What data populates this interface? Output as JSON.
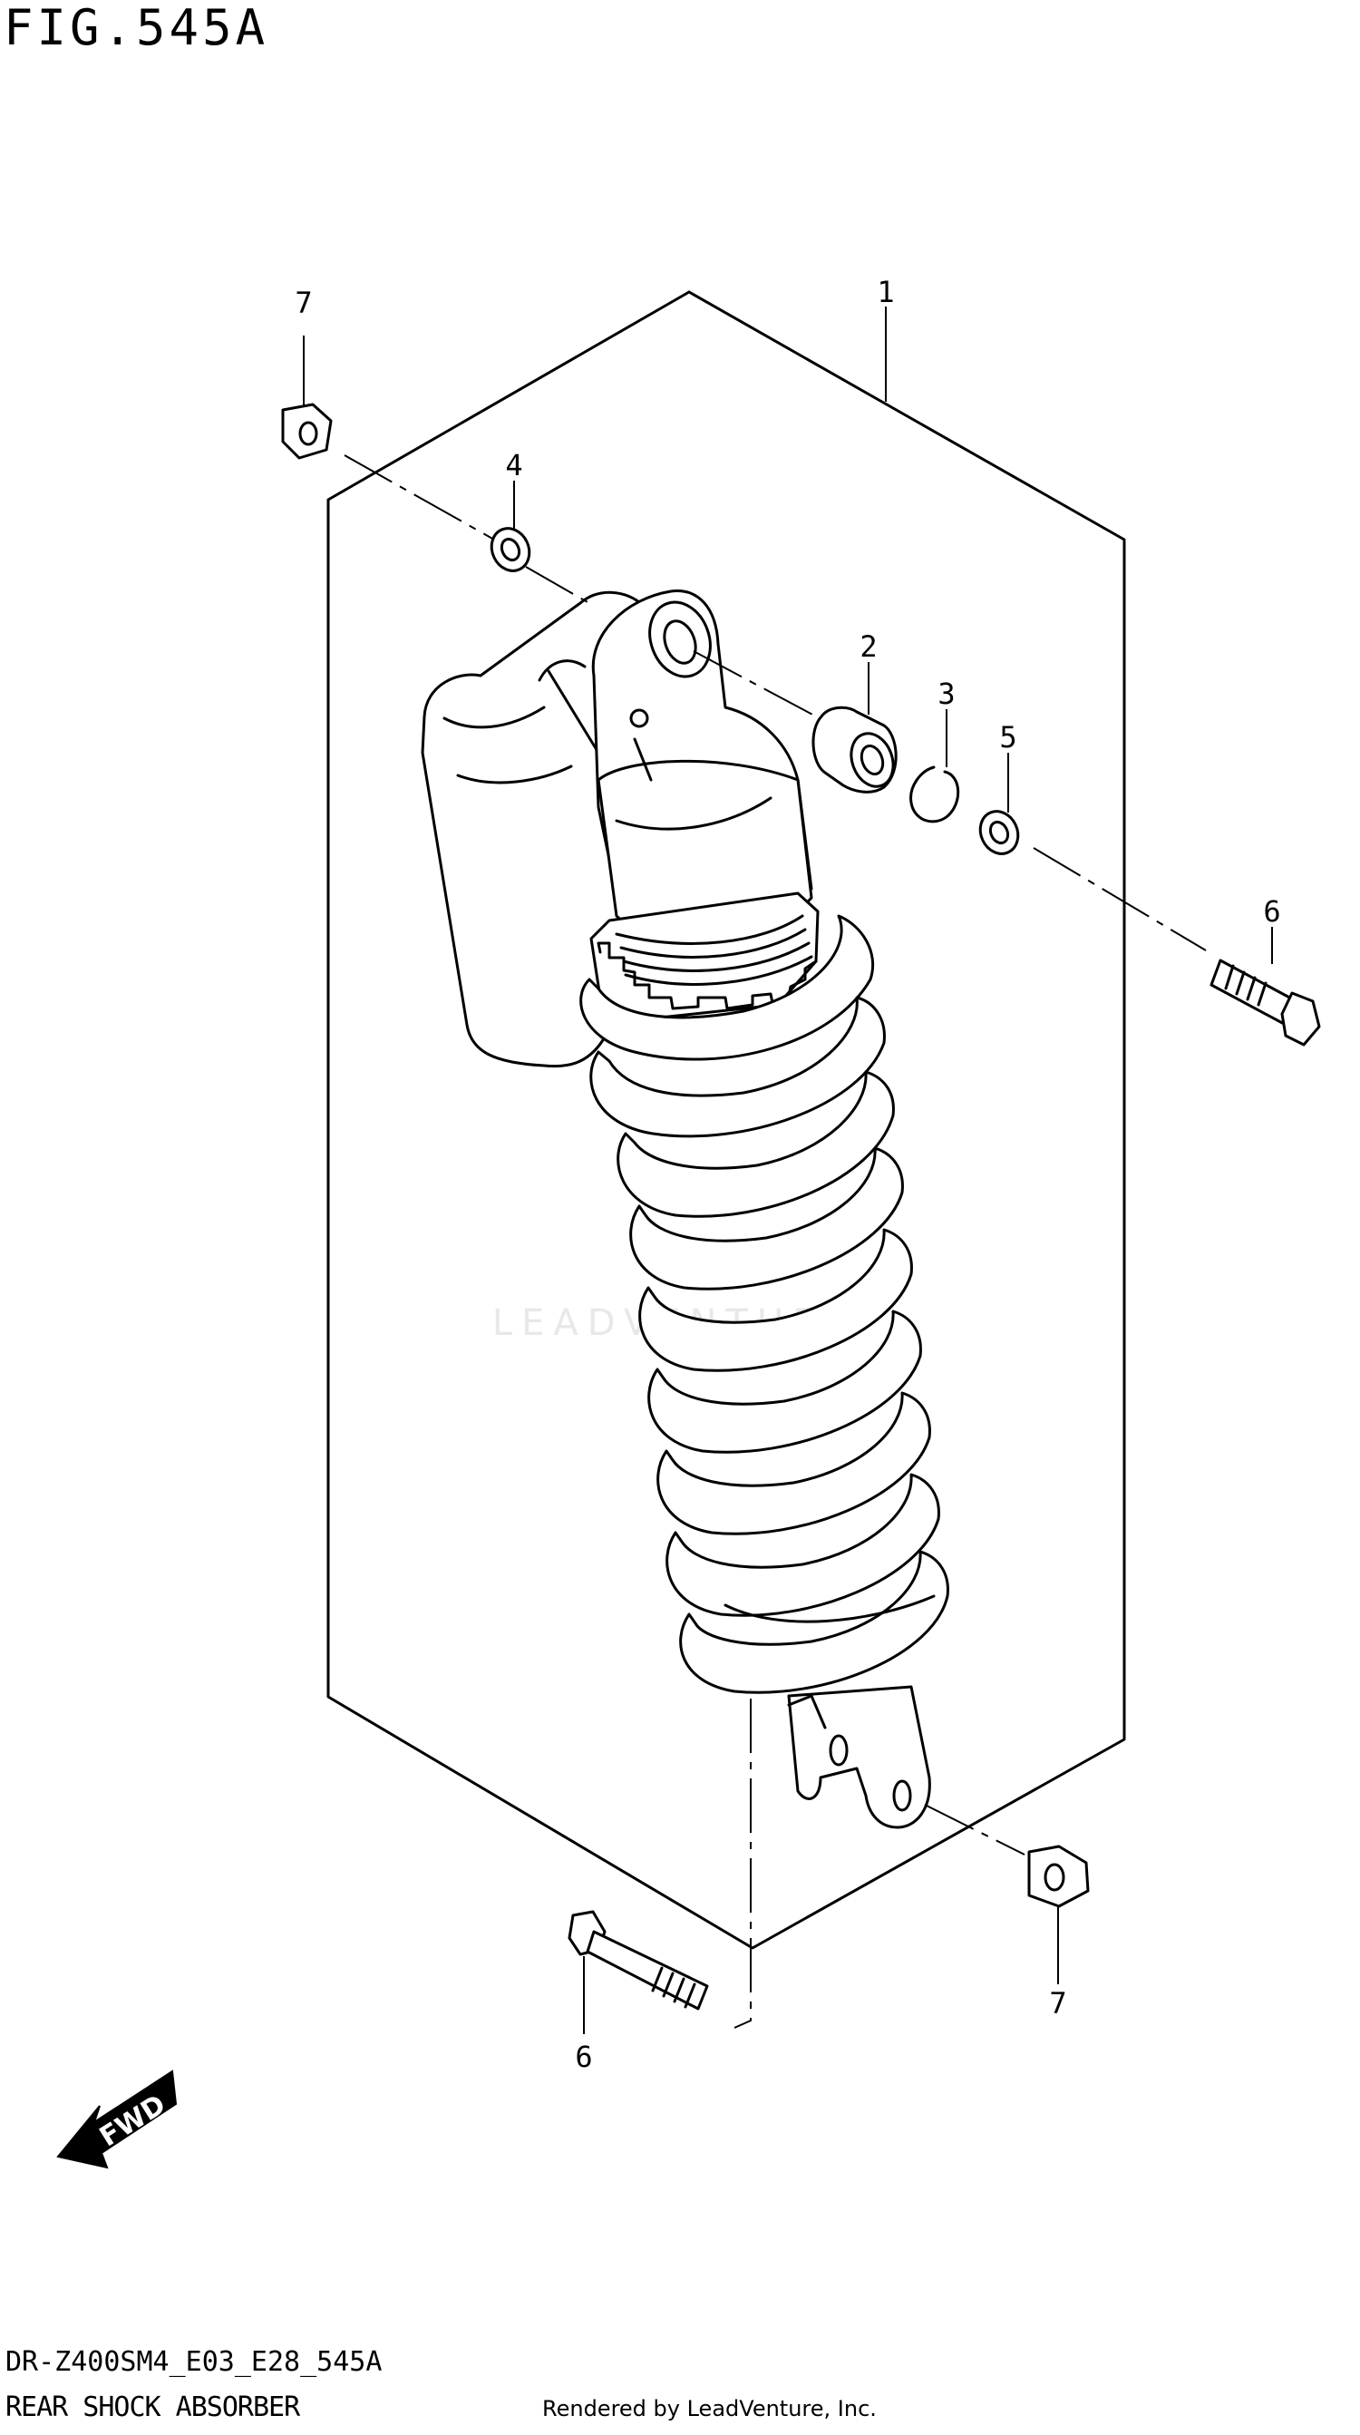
{
  "figure": {
    "title": "FIG.545A",
    "model_code": "DR-Z400SM4_E03_E28_545A",
    "section_name": "REAR SHOCK ABSORBER",
    "rendered_by": "Rendered by LeadVenture, Inc.",
    "watermark": "LEADVENTURE",
    "direction_label": "FWD"
  },
  "callouts": [
    {
      "id": "c1",
      "number": "1",
      "part": "shock-absorber-assembly"
    },
    {
      "id": "c2",
      "number": "2",
      "part": "bushing"
    },
    {
      "id": "c3",
      "number": "3",
      "part": "circlip"
    },
    {
      "id": "c4",
      "number": "4",
      "part": "washer"
    },
    {
      "id": "c5",
      "number": "5",
      "part": "washer"
    },
    {
      "id": "c6a",
      "number": "6",
      "part": "upper-mounting-bolt"
    },
    {
      "id": "c6b",
      "number": "6",
      "part": "lower-mounting-bolt"
    },
    {
      "id": "c7a",
      "number": "7",
      "part": "upper-nut"
    },
    {
      "id": "c7b",
      "number": "7",
      "part": "lower-nut"
    }
  ]
}
